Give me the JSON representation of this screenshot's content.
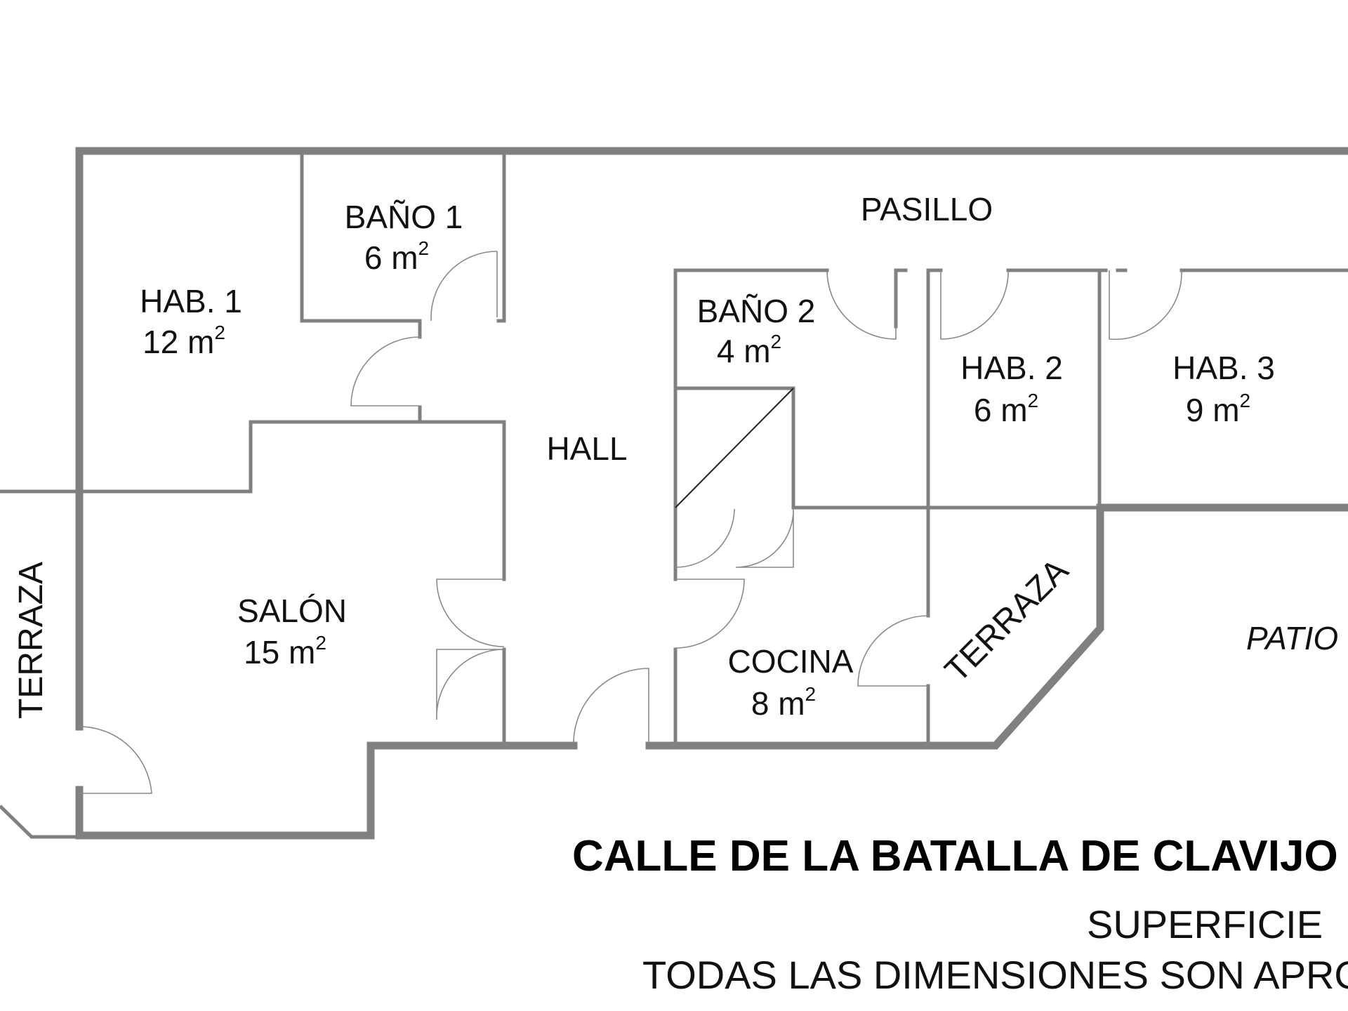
{
  "rooms": [
    {
      "id": "hab1",
      "name": "HAB. 1",
      "area": "12 m",
      "unit_exp": "2"
    },
    {
      "id": "bano1",
      "name": "BAÑO 1",
      "area": "6 m",
      "unit_exp": "2"
    },
    {
      "id": "pasillo",
      "name": "PASILLO"
    },
    {
      "id": "bano2",
      "name": "BAÑO 2",
      "area": "4 m",
      "unit_exp": "2"
    },
    {
      "id": "hab2",
      "name": "HAB. 2",
      "area": "6 m",
      "unit_exp": "2"
    },
    {
      "id": "hab3",
      "name": "HAB. 3",
      "area": "9 m",
      "unit_exp": "2"
    },
    {
      "id": "hall",
      "name": "HALL"
    },
    {
      "id": "salon",
      "name": "SALÓN",
      "area": "15 m",
      "unit_exp": "2"
    },
    {
      "id": "cocina",
      "name": "COCINA",
      "area": "8 m",
      "unit_exp": "2"
    }
  ],
  "terrace_left": "TERRAZA",
  "terrace_right": "TERRAZA",
  "patio": "PATIO",
  "street_name": "CALLE DE LA BATALLA DE CLAVIJO",
  "footer": {
    "surface_label": "SUPERFICIE",
    "disclaimer": "TODAS LAS DIMENSIONES SON APROXIMADAS"
  },
  "colors": {
    "walls": "#808080",
    "text": "#111111"
  }
}
